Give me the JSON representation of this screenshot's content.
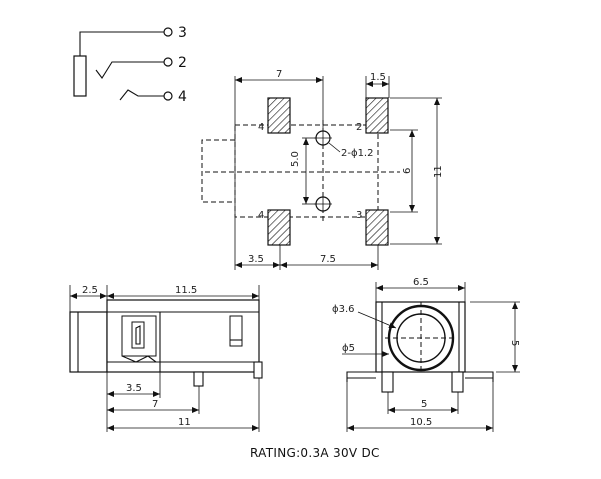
{
  "schematic": {
    "pins": [
      "3",
      "2",
      "4"
    ]
  },
  "footprint": {
    "dims": {
      "width_top": "7",
      "pad_width": "1.5",
      "height_total": "11",
      "height_inner": "5.0",
      "pad_pitch": "6",
      "hole": "2-ϕ1.2",
      "bottom_left": "3.5",
      "bottom_right": "7.5"
    },
    "pad_numbers": {
      "top_left": "4",
      "top_right": "2",
      "bottom_left": "4",
      "bottom_right": "3"
    }
  },
  "side_view": {
    "dims": {
      "nose": "2.5",
      "body": "11.5",
      "pin_a": "3.5",
      "pin_b": "7",
      "overall": "11"
    }
  },
  "front_view": {
    "dims": {
      "top_width": "6.5",
      "outer_dia": "ϕ3.6",
      "inner_dia": "ϕ5",
      "height": "5",
      "pin_span": "5",
      "overall_width": "10.5"
    }
  },
  "rating": "RATING:0.3A 30V DC"
}
